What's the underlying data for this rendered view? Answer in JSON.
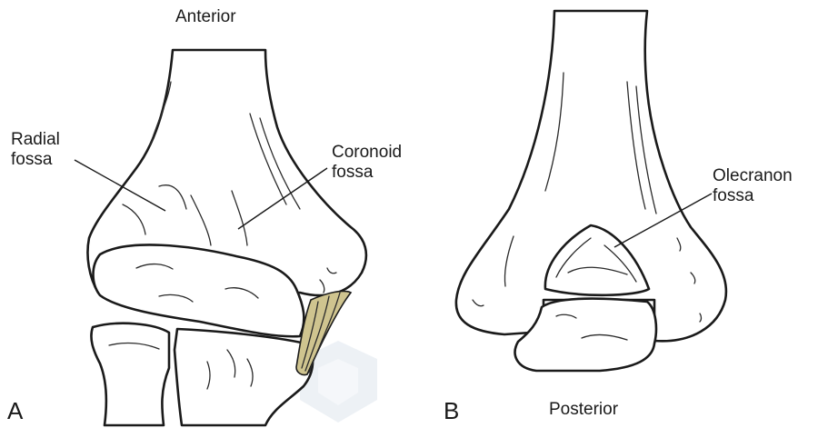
{
  "panel_a": {
    "letter": "A",
    "view_label": "Anterior",
    "labels": {
      "radial_fossa_line1": "Radial",
      "radial_fossa_line2": "fossa",
      "coronoid_fossa_line1": "Coronoid",
      "coronoid_fossa_line2": "fossa"
    }
  },
  "panel_b": {
    "letter": "B",
    "view_label": "Posterior",
    "labels": {
      "olecranon_fossa_line1": "Olecranon",
      "olecranon_fossa_line2": "fossa"
    }
  },
  "colors": {
    "line": "#1a1a1a",
    "bone_fill": "#ffffff",
    "ligament": "#cfc48f",
    "watermark": "#dfe6ee"
  }
}
